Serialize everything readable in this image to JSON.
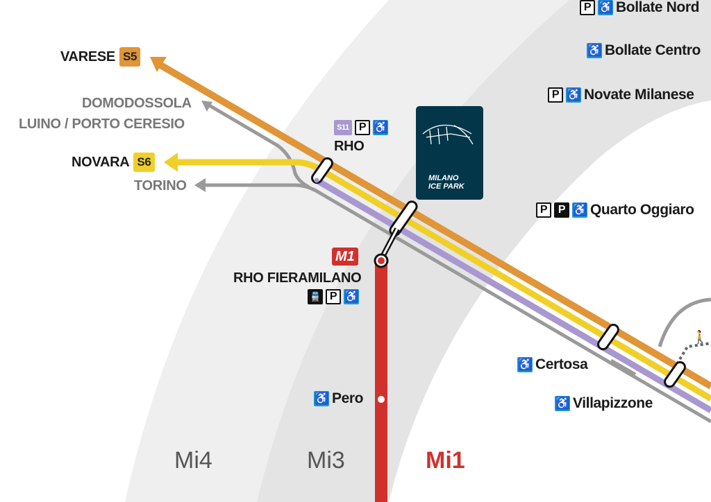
{
  "destinations": {
    "varese": {
      "name": "VARESE",
      "line": "S5",
      "color": "#e09537"
    },
    "novara": {
      "name": "NOVARA",
      "line": "S6",
      "color": "#f0d028"
    },
    "domodossola": "DOMODOSSOLA",
    "luino": "LUINO / PORTO CERESIO",
    "torino": "TORINO"
  },
  "stations": {
    "rho": {
      "name": "RHO",
      "line_badge": "S11",
      "parking": "P",
      "accessible": "wheelchair-icon"
    },
    "rho_fiera": {
      "name": "RHO FIERAMILANO",
      "metro": "M1",
      "parking": "P"
    },
    "pero": "Pero",
    "certosa": "Certosa",
    "villapizzone": "Villapizzone",
    "quarto_oggiaro": "Quarto Oggiaro",
    "novate": "Novate Milanese",
    "bollate_centro": "Bollate Centro",
    "bollate_nord": "Bollate Nord"
  },
  "parking_label": "P",
  "landmark": {
    "line1": "MILANO",
    "line2": "ICE PARK"
  },
  "zones": {
    "mi4": "Mi4",
    "mi3": "Mi3",
    "mi1": "Mi1"
  },
  "colors": {
    "s5": "#e09537",
    "s6": "#f0d028",
    "s11": "#a898cf",
    "trenord": "#9a9a9a",
    "m1": "#d0312d",
    "wheelchair": "#1a9ad6",
    "icepark": "#04364a"
  }
}
